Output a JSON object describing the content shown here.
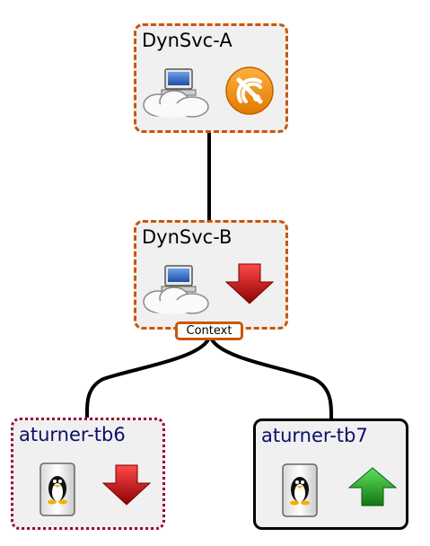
{
  "diagram": {
    "nodes": [
      {
        "id": "dynsvc-a",
        "label": "DynSvc-A",
        "border": "dash-dot",
        "border_color": "#cc5500",
        "icons": [
          "cloud-computer-icon",
          "no-signal-icon"
        ]
      },
      {
        "id": "dynsvc-b",
        "label": "DynSvc-B",
        "border": "dash-dot",
        "border_color": "#cc5500",
        "icons": [
          "cloud-computer-icon",
          "red-down-arrow-icon"
        ],
        "badge": "Context"
      },
      {
        "id": "aturner-tb6",
        "label": "aturner-tb6",
        "border": "dotted",
        "border_color": "#990033",
        "icons": [
          "linux-server-icon",
          "red-down-arrow-icon"
        ]
      },
      {
        "id": "aturner-tb7",
        "label": "aturner-tb7",
        "border": "solid",
        "border_color": "#000000",
        "icons": [
          "linux-server-icon",
          "green-up-arrow-icon"
        ]
      }
    ],
    "edges": [
      {
        "from": "dynsvc-a",
        "to": "dynsvc-b"
      },
      {
        "from": "dynsvc-b",
        "to": "aturner-tb6"
      },
      {
        "from": "dynsvc-b",
        "to": "aturner-tb7"
      }
    ],
    "colors": {
      "service_border": "#cc5500",
      "down_arrow": "#cc1111",
      "up_arrow": "#22aa22",
      "alert_icon": "#f29419",
      "node_fill": "#f0f0f0"
    }
  }
}
